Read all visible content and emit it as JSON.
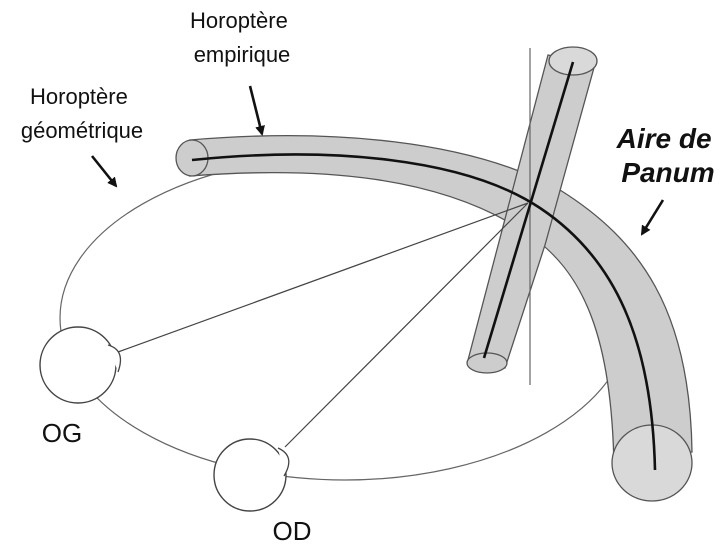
{
  "labels": {
    "horoptere_empirique": [
      "Horoptère",
      "empirique"
    ],
    "horoptere_geometrique": [
      "Horoptère",
      "géométrique"
    ],
    "aire_de_panum": [
      "Aire de",
      "Panum"
    ],
    "og": "OG",
    "od": "OD"
  },
  "colors": {
    "tube_fill": "#cdcdcd",
    "outline": "#555555",
    "line": "#111111"
  }
}
